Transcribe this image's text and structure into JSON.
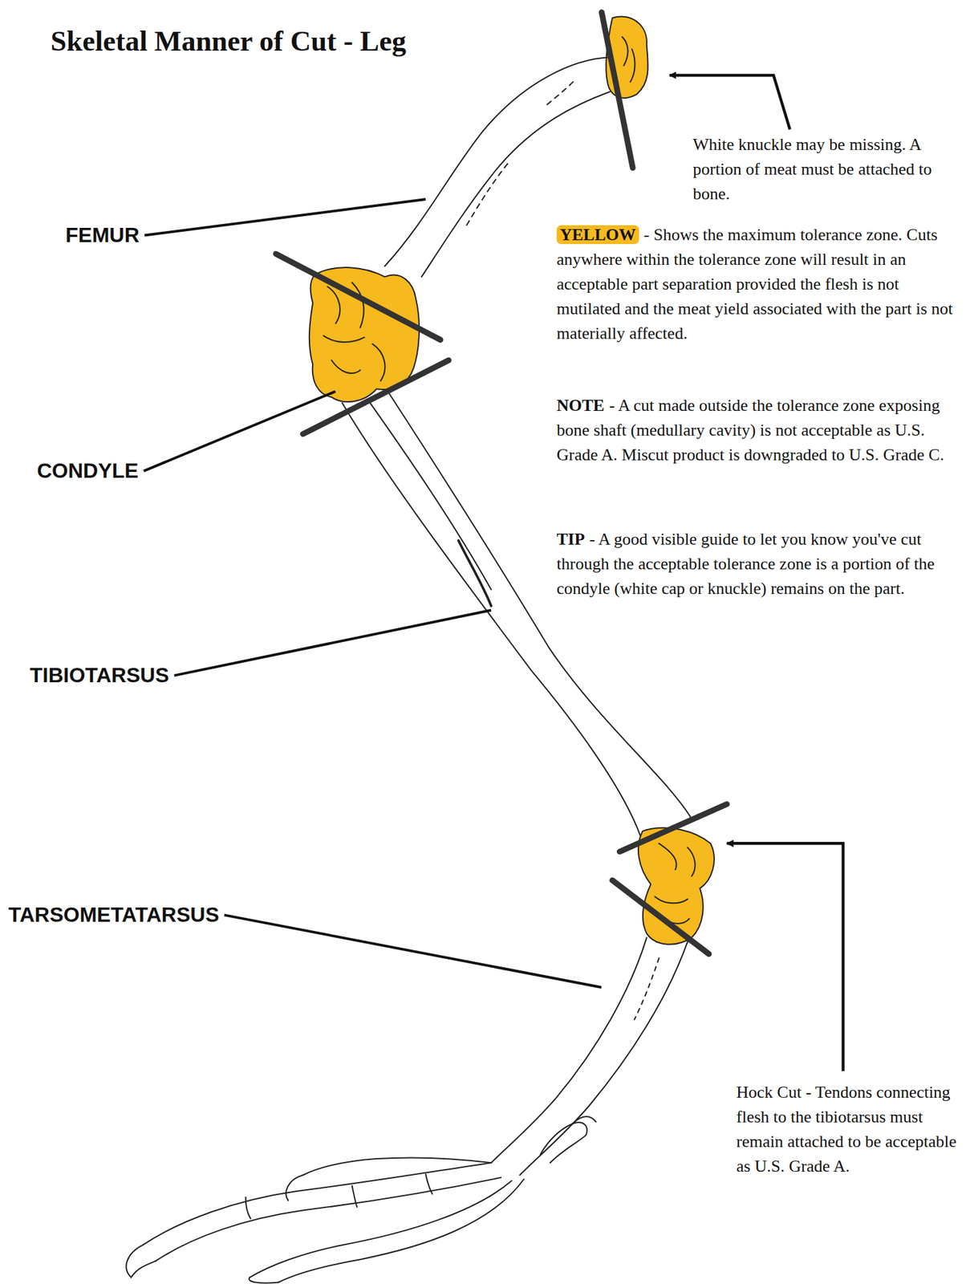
{
  "diagram": {
    "title": "Skeletal Manner of Cut - Leg",
    "labels": [
      "FEMUR",
      "CONDYLE",
      "TIBIOTARSUS",
      "TARSOMETATARSUS",
      "White knuckle may be missing. A portion of meat must be attached to bone.",
      "- Shows the maximum tolerance zone. Cuts anywhere within the tolerance zone will result in an acceptable part separation provided the flesh is not mutilated and the meat yield associated with the part is not materially affected.",
      "NOTE",
      "- A cut made outside the tolerance zone exposing bone shaft (medullary cavity) is not acceptable as U.S. Grade A. Miscut product is downgraded to U.S. Grade C.",
      "TIP",
      "- A good visible guide to let you know you've cut through the acceptable tolerance zone is a portion of the condyle (white cap or knuckle) remains on the part.",
      "Hock Cut - Tendons connecting flesh to the tibiotarsus must remain attached to be acceptable as U.S. Grade A."
    ],
    "legend": [
      {
        "text": "YELLOW",
        "color": "#f6b91e"
      }
    ]
  }
}
